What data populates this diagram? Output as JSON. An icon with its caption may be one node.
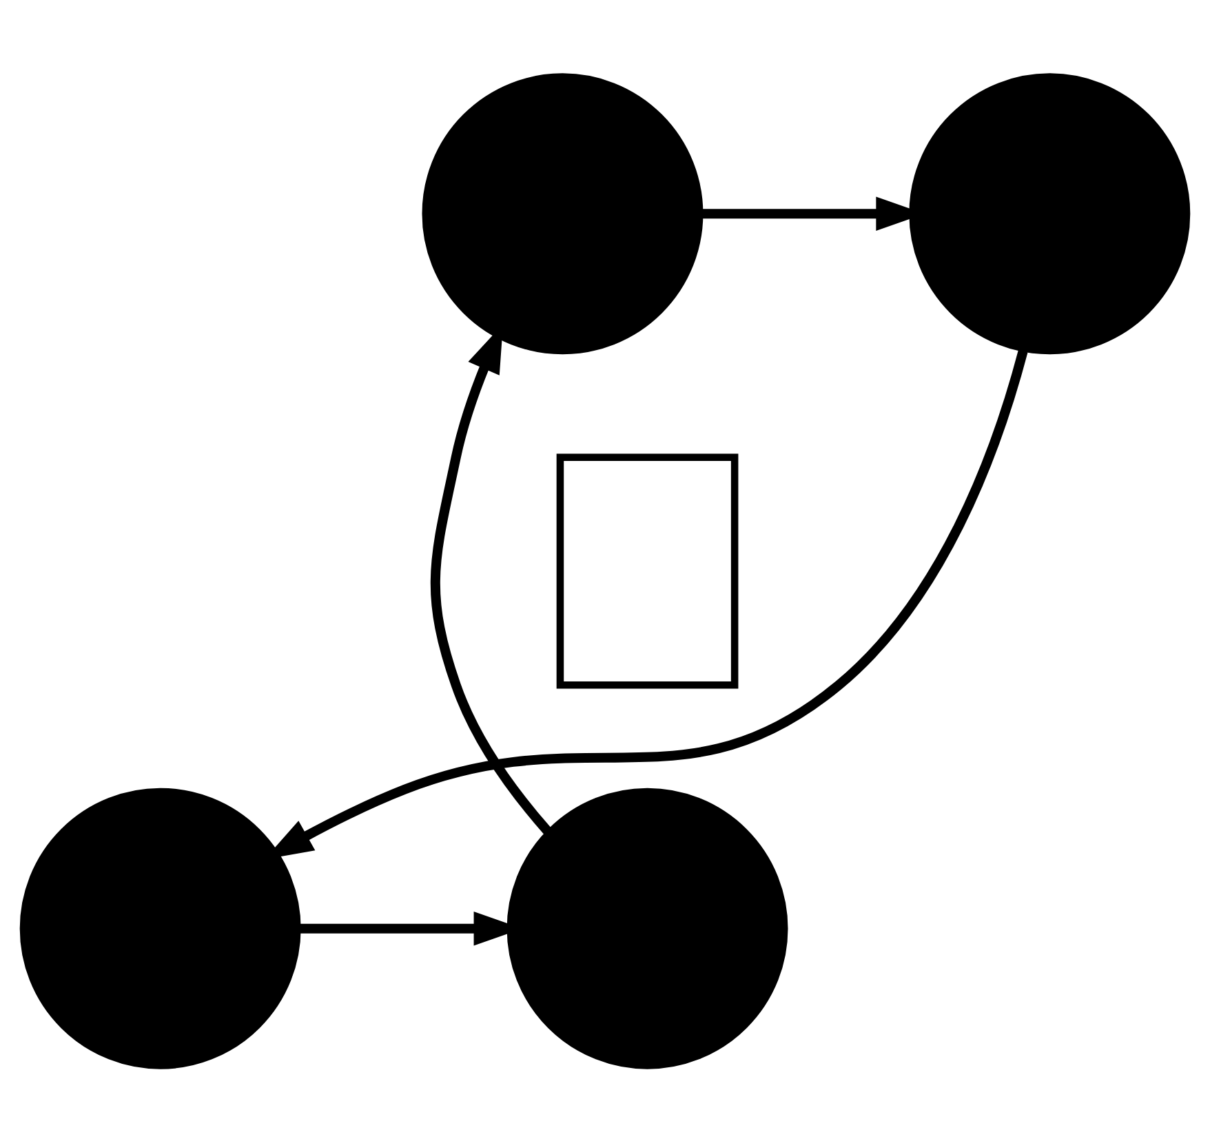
{
  "diagram": {
    "nodes": [
      {
        "text": [],
        "shape": "circle"
      },
      {
        "text": [],
        "shape": "circle"
      },
      {
        "text": [],
        "shape": "box"
      },
      {
        "text": [],
        "shape": "circle"
      },
      {
        "text": [],
        "shape": "circle"
      }
    ],
    "edges": [
      {
        "from": 0,
        "to": 1,
        "arrow": "to"
      },
      {
        "from": 1,
        "to": 4,
        "arrow": "to"
      },
      {
        "from": 4,
        "to": 3,
        "arrow": "to"
      },
      {
        "from": 3,
        "to": 0,
        "arrow": "to"
      }
    ]
  }
}
